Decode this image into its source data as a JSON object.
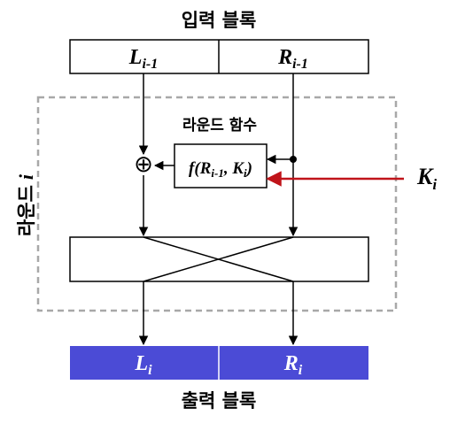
{
  "input_block": {
    "title": "입력 블록",
    "left_main": "L",
    "left_sub": "i-1",
    "right_main": "R",
    "right_sub": "i-1"
  },
  "round": {
    "label_text": "라운드",
    "label_var": "i"
  },
  "round_function": {
    "title": "라운드 함수",
    "expr_f": "f(",
    "expr_r": "R",
    "expr_r_sub": "i-1",
    "expr_comma": ", ",
    "expr_k": "K",
    "expr_k_sub": "i",
    "expr_close": ")"
  },
  "key": {
    "main": "K",
    "sub": "i"
  },
  "xor_symbol": "⊕",
  "output_block": {
    "title": "출력 블록",
    "left_main": "L",
    "left_sub": "i",
    "right_main": "R",
    "right_sub": "i",
    "fill_color": "#4b4bd6"
  },
  "colors": {
    "key_arrow": "#c0141a",
    "round_border": "#a8a8a8"
  }
}
